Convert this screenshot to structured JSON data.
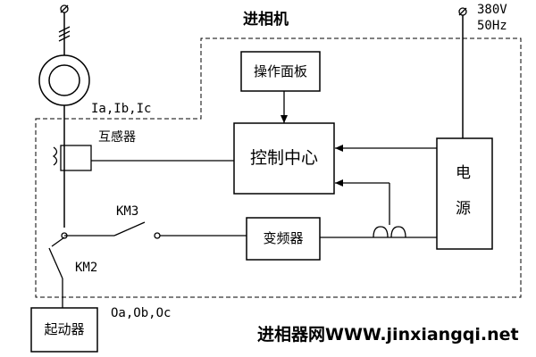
{
  "title": "进相机",
  "supply": {
    "voltage": "380V",
    "frequency": "50Hz"
  },
  "labels": {
    "current_signal": "Ia,Ib,Ic",
    "transformer": "互感器",
    "km3": "KM3",
    "km2": "KM2",
    "output_signal": "Oa,Ob,Oc"
  },
  "blocks": {
    "operation_panel": "操作面板",
    "control_center": "控制中心",
    "inverter": "变频器",
    "power_supply_line1": "电",
    "power_supply_line2": "源",
    "starter": "起动器"
  },
  "watermark": "进相器网WWW.jinxiangqi.net"
}
